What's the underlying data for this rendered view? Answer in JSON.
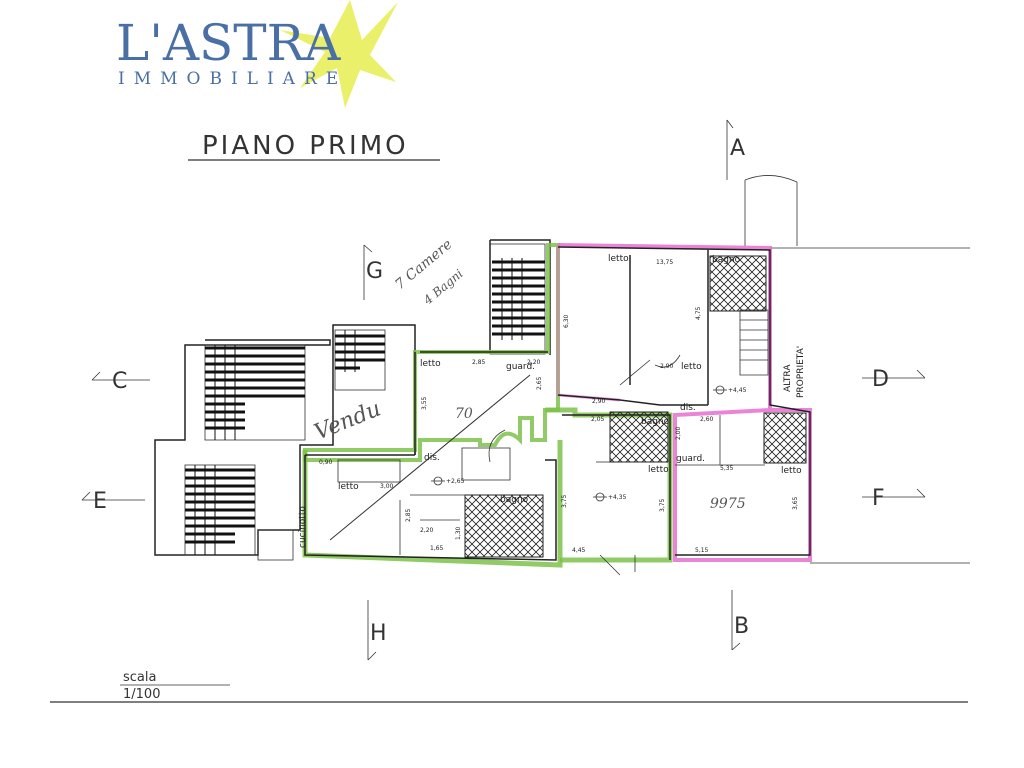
{
  "logo": {
    "main": "L'ASTRA",
    "sub": "IMMOBILIARE",
    "colors": {
      "text": "#4a6fa5",
      "star": "#e8ee5a"
    }
  },
  "title": "PIANO PRIMO",
  "sections": {
    "A": "A",
    "B": "B",
    "C": "C",
    "D": "D",
    "E": "E",
    "F": "F",
    "G": "G",
    "H": "H"
  },
  "side_label_1": "ALTRA",
  "side_label_2": "PROPRIETA'",
  "rooms": {
    "letto_top_left": "letto",
    "letto_top_left_area": "13,75",
    "letto_top_right": "letto",
    "bagno_top": "bagno",
    "letto_mid": "letto",
    "guard_mid": "guard.",
    "dis_mid": "dis.",
    "letto_left": "letto",
    "cucina_left": "cucinotto",
    "bagno_bottom": "bagno",
    "bagno_center": "bagno",
    "letto_center": "letto",
    "guard_right": "guard.",
    "letto_right": "letto",
    "dis_right": "dis."
  },
  "dims": {
    "d1": "2,85",
    "d2": "2,20",
    "d3": "2,65",
    "d4": "3,55",
    "d5": "6,30",
    "d6": "4,75",
    "d7": "2,90",
    "d8": "2,90",
    "d9": "2,05",
    "d10": "2,60",
    "d11": "2,00",
    "d12": "5,35",
    "d13": "3,75",
    "d14": "3,75",
    "d15": "4,45",
    "d16": "5,15",
    "d17": "3,65",
    "d18": "2,85",
    "d19": "1,65",
    "d20": "1,30",
    "d21": "2,20",
    "d22": "0,90",
    "d23": "3,00"
  },
  "levels": {
    "l1": "+4,45",
    "l2": "+4,35",
    "l3": "+2,65"
  },
  "handwriting": {
    "h1": "Vendu",
    "h2": "7 Camere",
    "h3": "4 Bagni",
    "h4": "70",
    "h5": "9975"
  },
  "scale": {
    "label": "scala",
    "value": "1/100"
  }
}
